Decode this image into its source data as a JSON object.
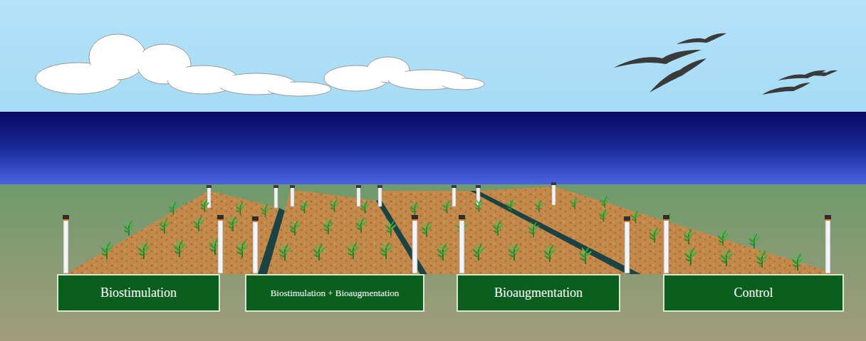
{
  "diagram": {
    "nodes": [
      {
        "text": [
          "Biostimulation"
        ]
      },
      {
        "text": [
          "Biostimulation + Bioaugmentation"
        ]
      },
      {
        "text": [
          "Bioaugmentation"
        ]
      },
      {
        "text": [
          "Control"
        ]
      }
    ]
  }
}
